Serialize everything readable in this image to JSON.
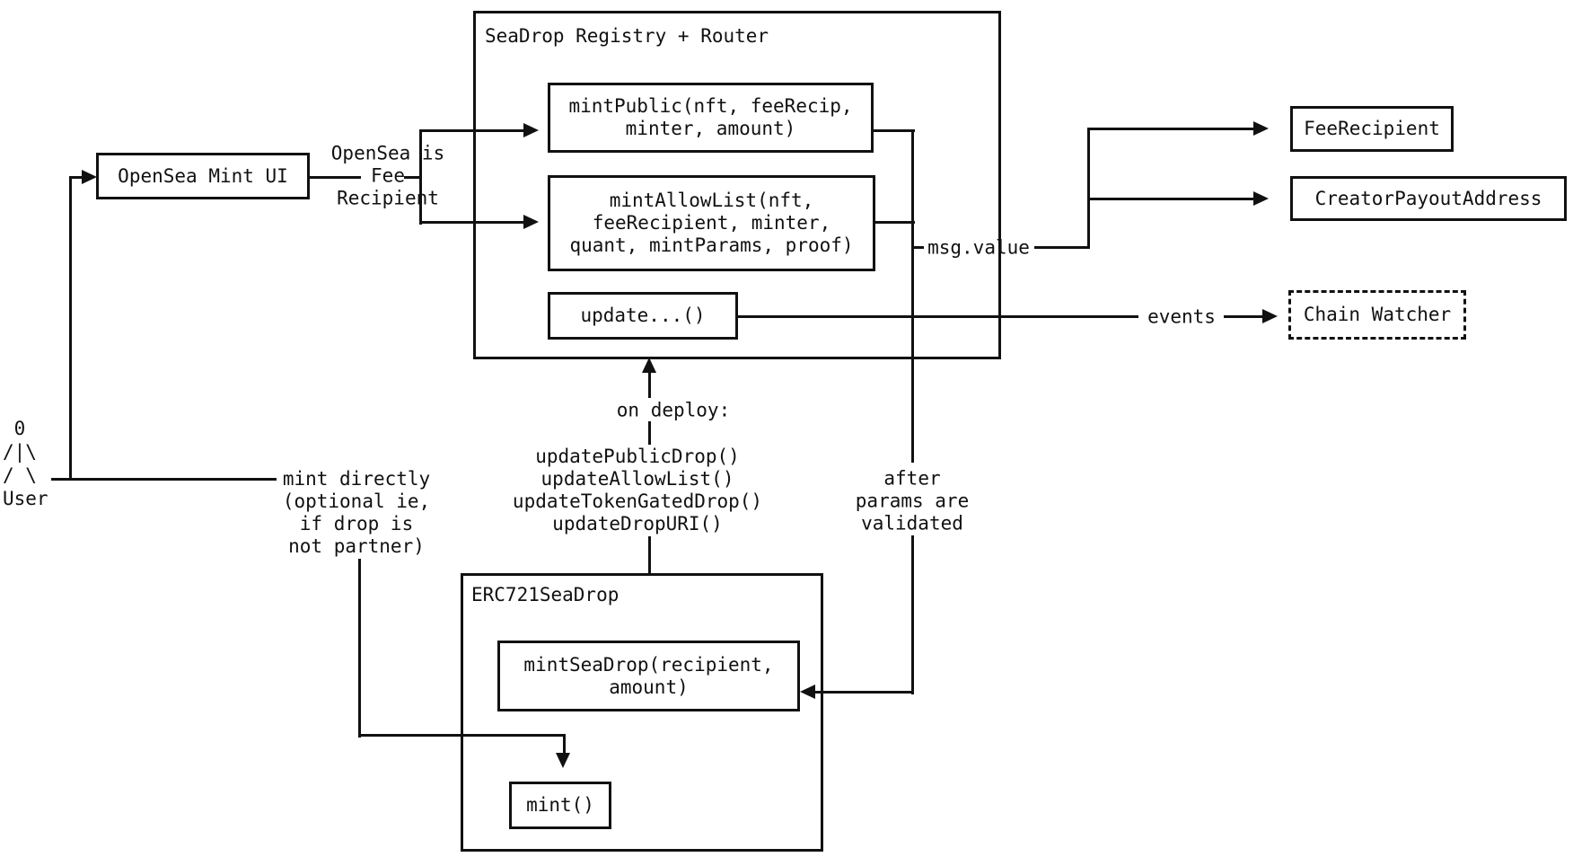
{
  "colors": {
    "ink": "#111111",
    "background": "#ffffff"
  },
  "nodes": {
    "registry_title": "SeaDrop Registry + Router",
    "mint_public": "mintPublic(nft, feeRecip,\nminter, amount)",
    "mint_allow_list": "mintAllowList(nft,\nfeeRecipient, minter,\nquant, mintParams, proof)",
    "update_fn": "update...()",
    "opensea_mint_ui": "OpenSea Mint UI",
    "fee_recipient": "FeeRecipient",
    "creator_payout_address": "CreatorPayoutAddress",
    "chain_watcher": "Chain Watcher",
    "erc721_title": "ERC721SeaDrop",
    "mint_seadrop": "mintSeaDrop(recipient,\namount)",
    "mint_fn": "mint()"
  },
  "labels": {
    "user_figure": " 0\n/|\\\n/ \\\nUser",
    "opensea_fee": "OpenSea is\nFee\nRecipient",
    "msg_value": "msg.value",
    "events": "events",
    "on_deploy": "on deploy:",
    "deploy_calls": "updatePublicDrop()\nupdateAllowList()\nupdateTokenGatedDrop()\nupdateDropURI()",
    "after_params": "after\nparams are\nvalidated",
    "mint_directly": "mint directly\n(optional ie,\nif drop is\nnot partner)"
  }
}
